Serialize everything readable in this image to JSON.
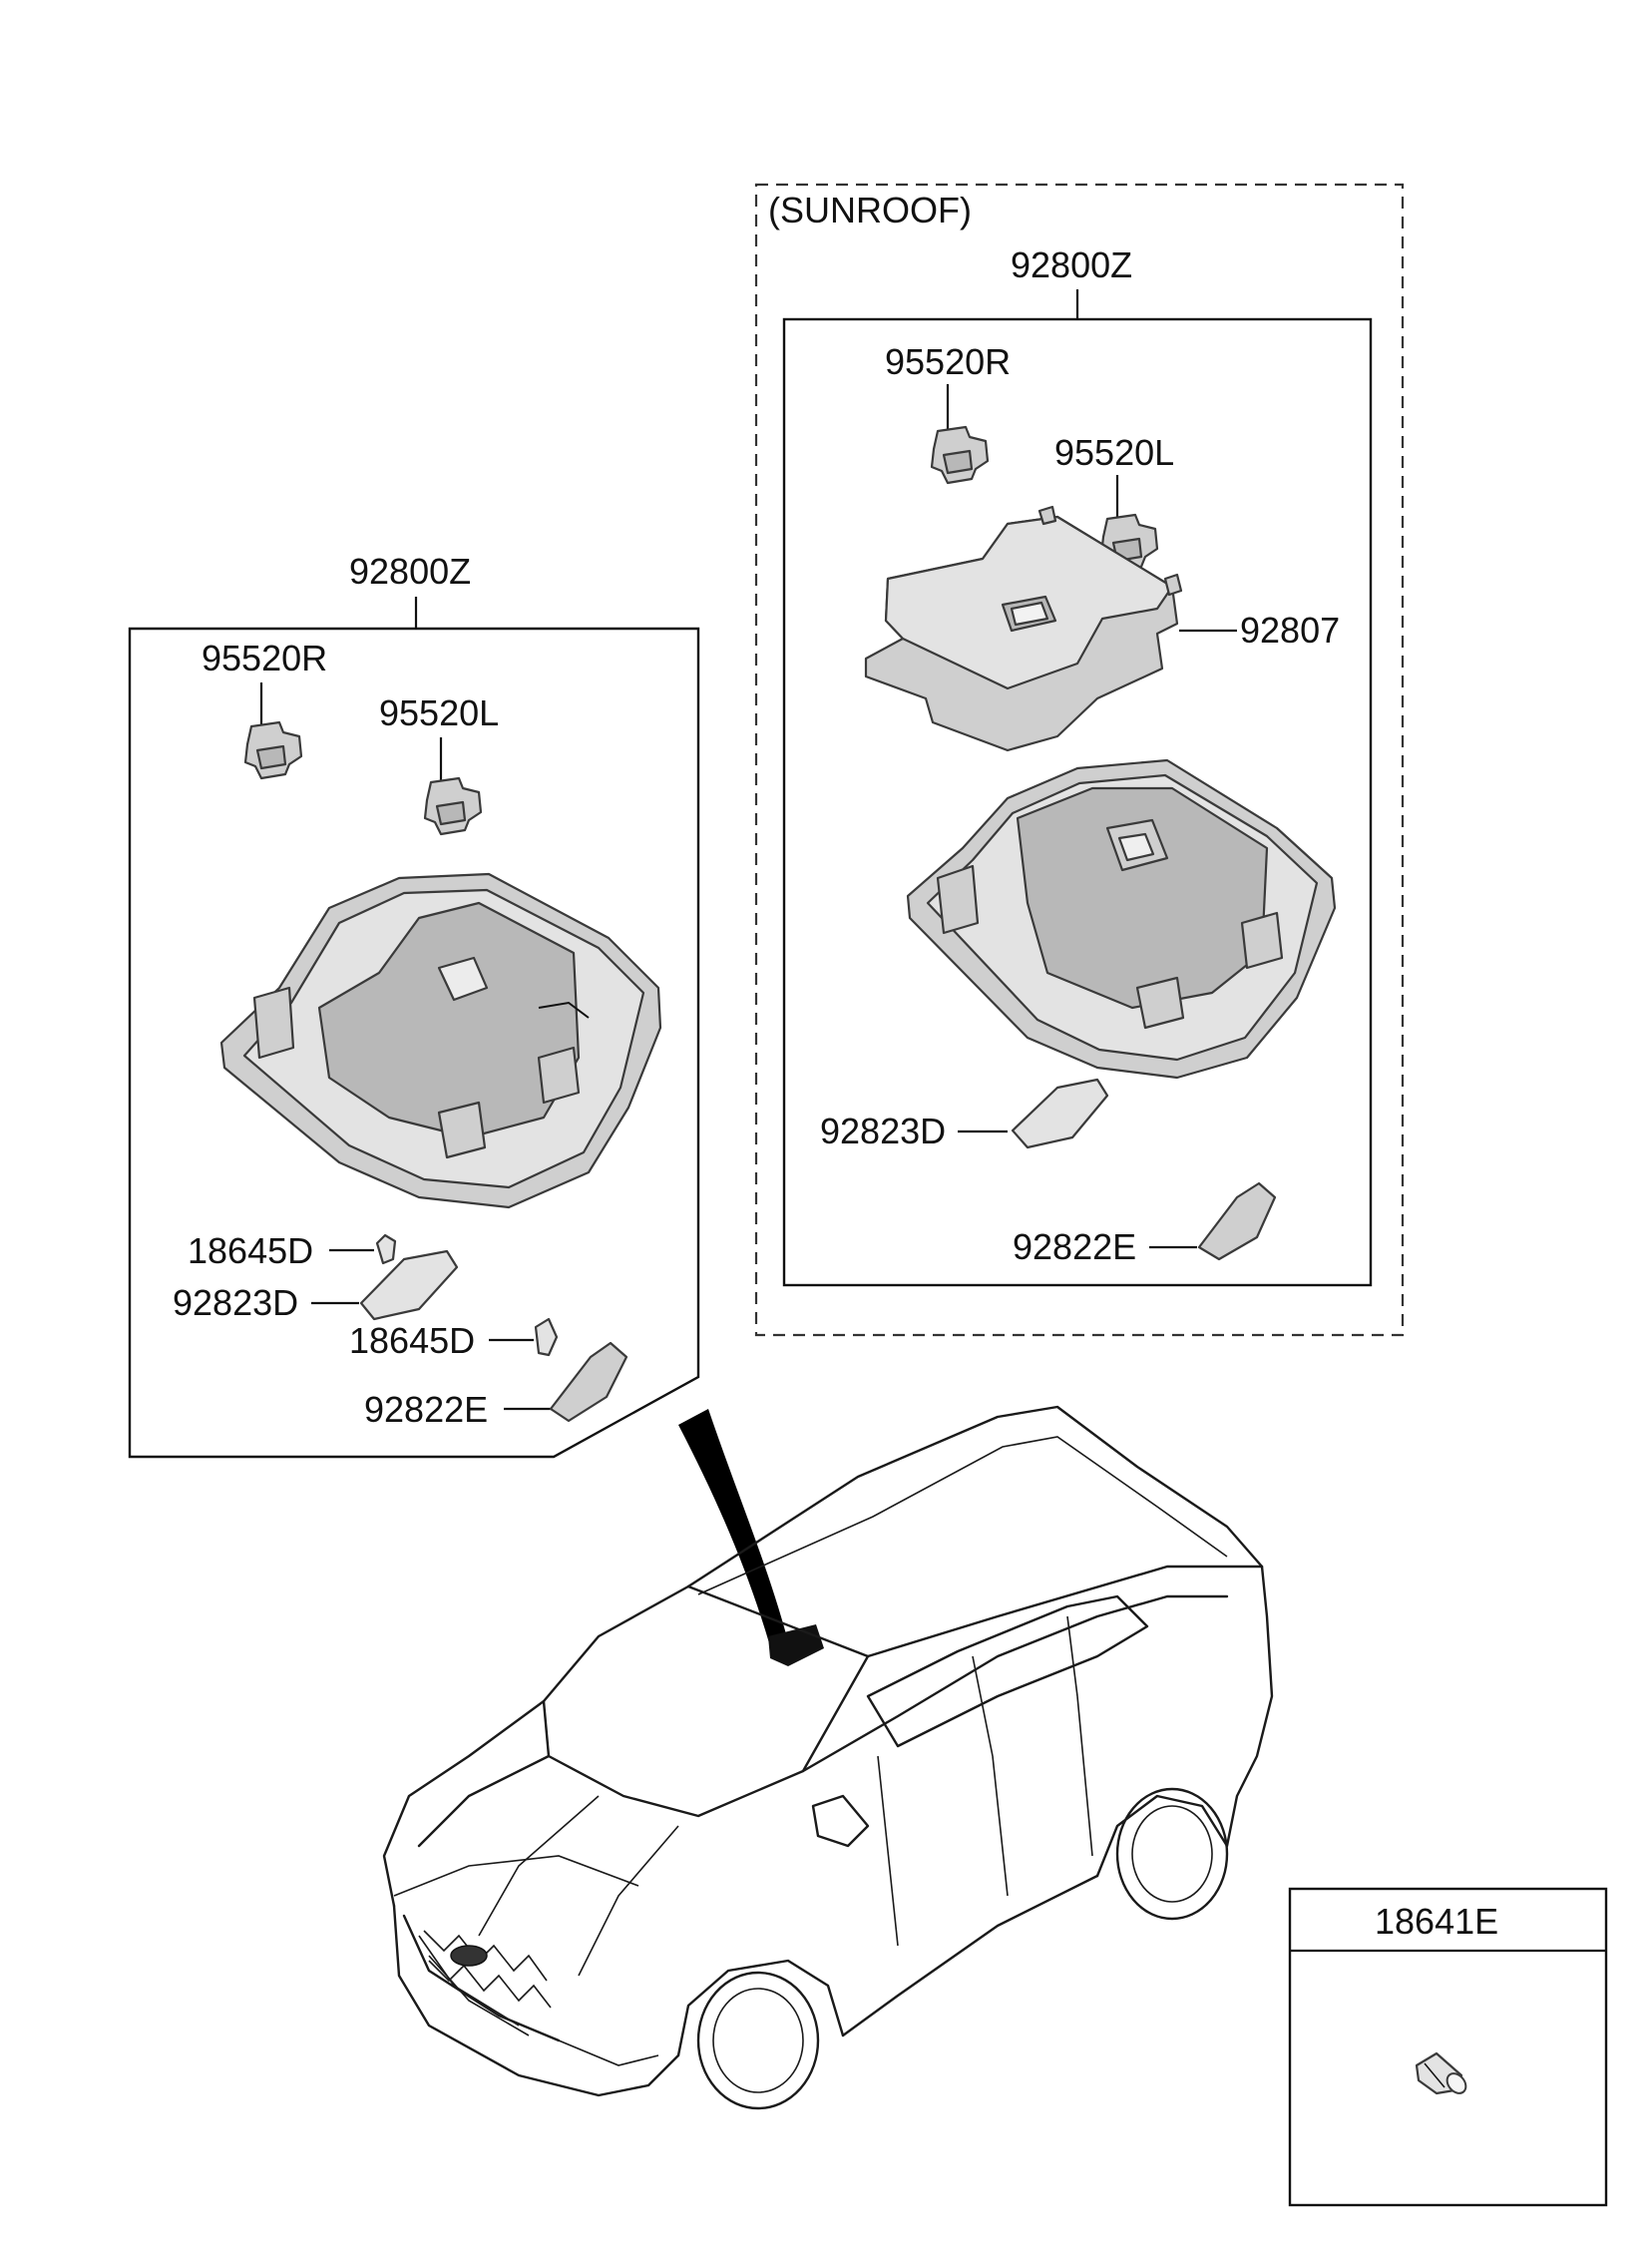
{
  "sunroof_group": {
    "title": "(SUNROOF)",
    "assembly": "92800Z",
    "sensor_r": "95520R",
    "sensor_l": "95520L",
    "housing": "92807",
    "lens_d": "92823D",
    "lens_e": "92822E"
  },
  "standard_group": {
    "assembly": "92800Z",
    "sensor_r": "95520R",
    "sensor_l": "95520L",
    "bulb_1": "18645D",
    "lens_d": "92823D",
    "bulb_2": "18645D",
    "lens_e": "92822E"
  },
  "bulb_box": {
    "part": "18641E"
  }
}
